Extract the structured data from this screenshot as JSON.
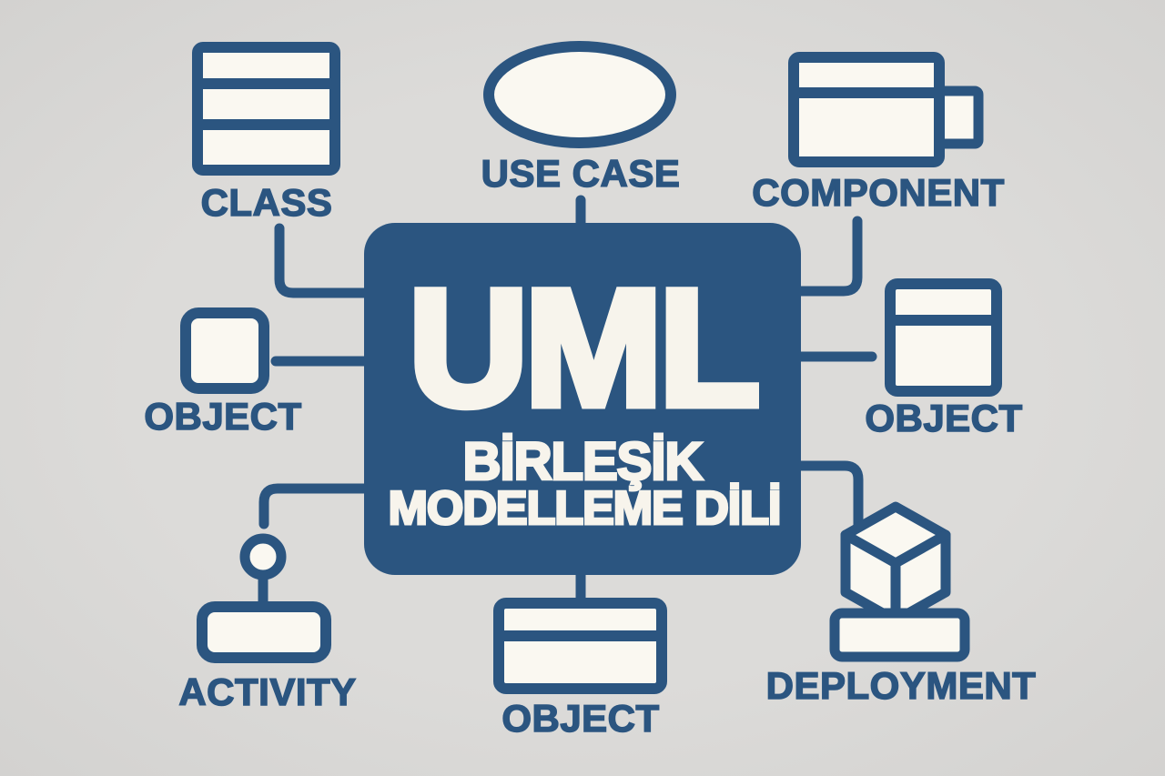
{
  "colors": {
    "background": "#dcdbd9",
    "accent": "#2b5580",
    "shape_fill": "#faf8f1",
    "text_on_accent": "#f7f4ec"
  },
  "center": {
    "acronym": "UML",
    "subtitle_line1": "BİRLEŞİK",
    "subtitle_line2": "MODELLEME DİLİ"
  },
  "nodes": {
    "class": {
      "label": "CLASS"
    },
    "use_case": {
      "label": "USE CASE"
    },
    "component": {
      "label": "COMPONENT"
    },
    "object_left": {
      "label": "OBJECT"
    },
    "object_right": {
      "label": "OBJECT"
    },
    "activity": {
      "label": "ACTIVITY"
    },
    "object_bottom": {
      "label": "OBJECT"
    },
    "deployment": {
      "label": "DEPLOYMENT"
    }
  }
}
